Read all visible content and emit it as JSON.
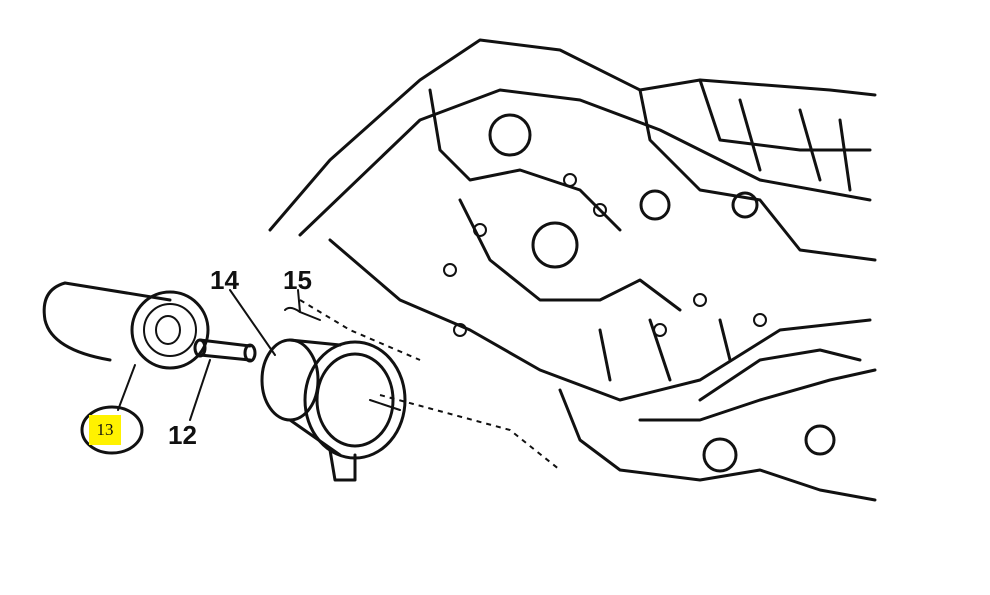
{
  "diagram": {
    "callouts": [
      {
        "id": "13",
        "label": "13",
        "highlighted": true
      },
      {
        "id": "12",
        "label": "12"
      },
      {
        "id": "14",
        "label": "14"
      },
      {
        "id": "15",
        "label": "15"
      }
    ],
    "highlight_color": "#fff200"
  }
}
